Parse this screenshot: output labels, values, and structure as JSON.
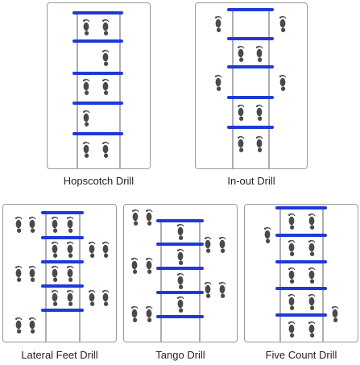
{
  "drills": {
    "hopscotch": "Hopscotch Drill",
    "in_out": "In-out Drill",
    "lateral_feet": "Lateral Feet Drill",
    "tango": "Tango Drill",
    "five_count": "Five Count Drill"
  },
  "colors": {
    "rung": "#1f39d6",
    "rail": "#777777",
    "footprint": "#4a4a4a",
    "panel_border": "#9a9a9a"
  },
  "icons": [
    "footprint-icon",
    "ladder-rung"
  ]
}
